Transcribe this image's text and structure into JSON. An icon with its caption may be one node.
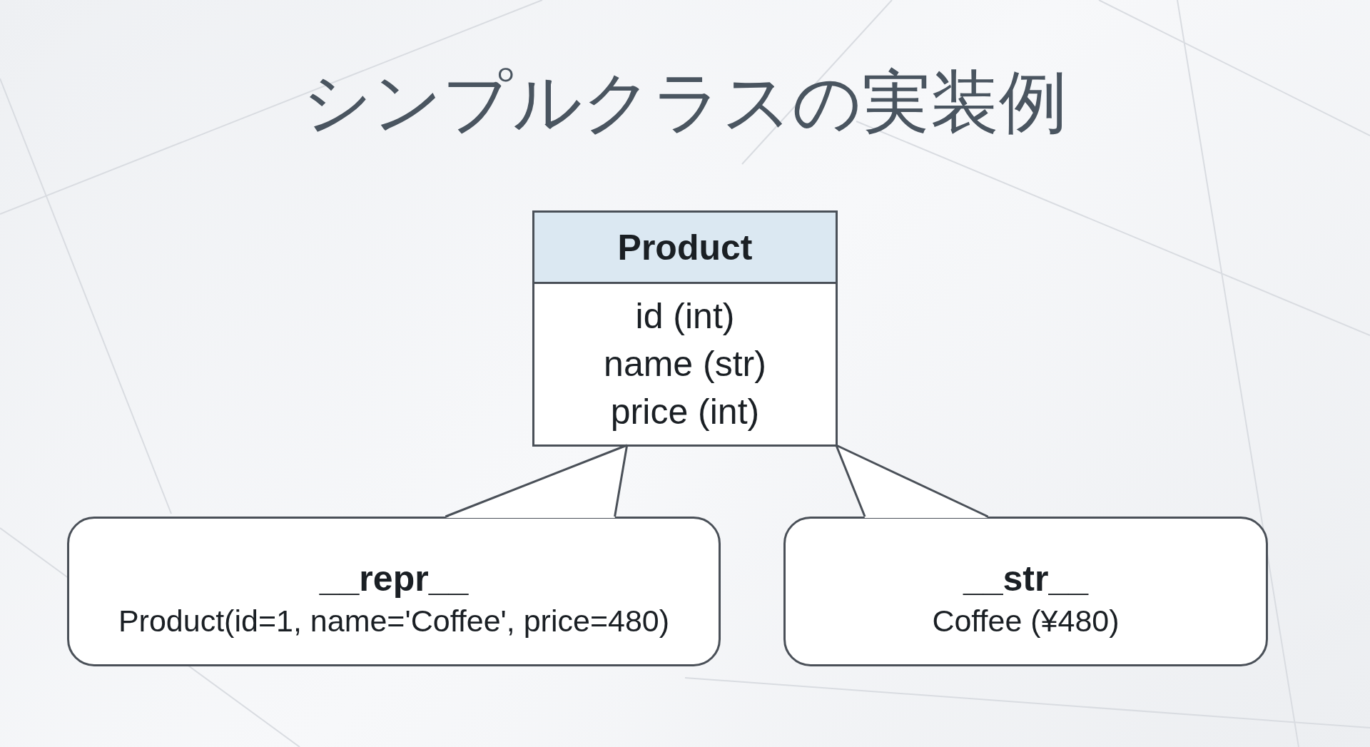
{
  "diagram": {
    "title": "シンプルクラスの実装例",
    "nodes": [
      {
        "text": [
          "Product",
          "id (int)",
          "name (str)",
          "price (int)"
        ]
      },
      {
        "text": [
          "__repr__",
          "Product(id=1, name='Coffee', price=480)"
        ]
      },
      {
        "text": [
          "__str__",
          "Coffee (¥480)"
        ]
      }
    ],
    "edges": [
      {
        "from": 1,
        "to": 0,
        "arrow": "none"
      },
      {
        "from": 2,
        "to": 0,
        "arrow": "none"
      }
    ]
  }
}
